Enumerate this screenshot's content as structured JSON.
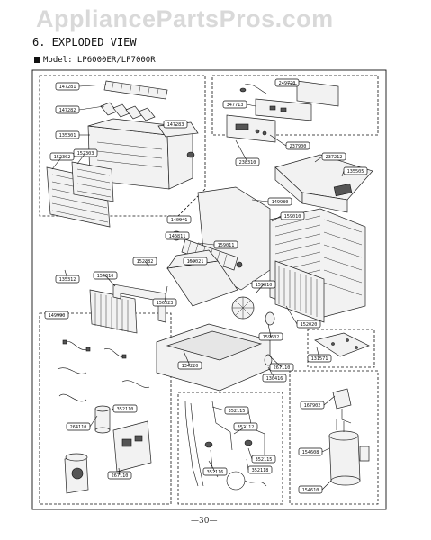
{
  "watermark": "AppliancePartsPros.com",
  "section_title": "6. EXPLODED VIEW",
  "model_line": "Model: LP6000ER/LP7000R",
  "page_number": "—30—",
  "part_labels": [
    "147281",
    "147282",
    "147283",
    "135301",
    "152302",
    "152303",
    "249720",
    "347713",
    "237900",
    "238310",
    "237212",
    "135505",
    "149980",
    "159010",
    "140941",
    "146811",
    "159011",
    "159021",
    "154310",
    "152382",
    "156323",
    "149990",
    "135312",
    "134220",
    "159810",
    "159602",
    "152020",
    "130416",
    "267110",
    "131571",
    "264110",
    "352110",
    "267110",
    "352115",
    "352112",
    "352115",
    "352116",
    "352118",
    "167902",
    "154608",
    "154610"
  ]
}
